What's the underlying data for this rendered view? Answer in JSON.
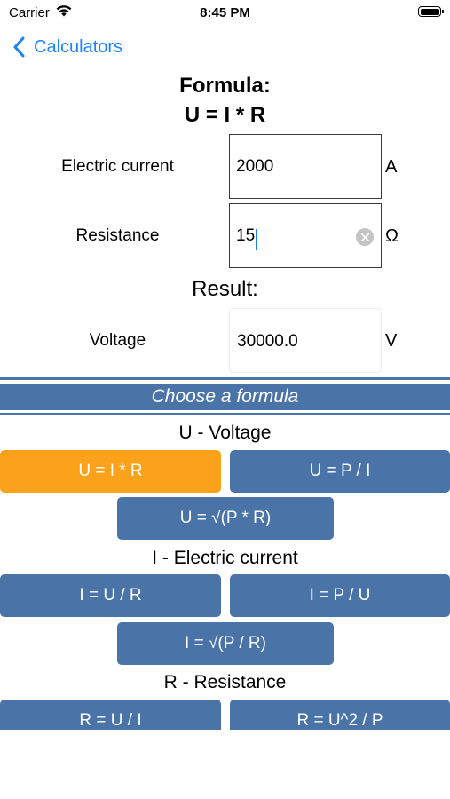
{
  "status": {
    "carrier": "Carrier",
    "time": "8:45 PM"
  },
  "nav": {
    "back_label": "Calculators"
  },
  "formula": {
    "title": "Formula:",
    "expression": "U = I * R"
  },
  "inputs": [
    {
      "label": "Electric current",
      "value": "2000",
      "unit": "A"
    },
    {
      "label": "Resistance",
      "value": "15",
      "unit": "Ω"
    }
  ],
  "result": {
    "title": "Result:",
    "label": "Voltage",
    "value": "30000.0",
    "unit": "V"
  },
  "chooser": {
    "header": "Choose a formula"
  },
  "sections": [
    {
      "title": "U - Voltage",
      "buttons": [
        "U = I * R",
        "U = P / I",
        "U = √(P * R)"
      ]
    },
    {
      "title": "I - Electric current",
      "buttons": [
        "I = U / R",
        "I = P / U",
        "I = √(P / R)"
      ]
    },
    {
      "title": "R - Resistance",
      "buttons": [
        "R = U / I",
        "R = U^2 / P"
      ]
    }
  ],
  "selected_formula": "U = I * R",
  "colors": {
    "accent": "#1a82fb",
    "button": "#4a73a8",
    "selected": "#fba21a"
  }
}
